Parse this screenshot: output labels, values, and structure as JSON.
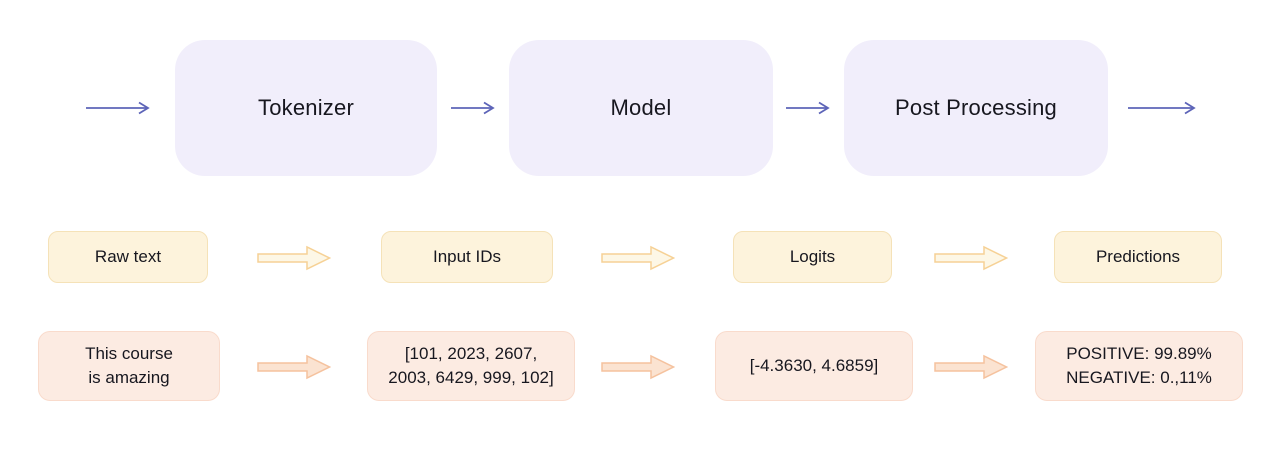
{
  "pipeline": {
    "boxes": [
      {
        "label": "Tokenizer"
      },
      {
        "label": "Model"
      },
      {
        "label": "Post Processing"
      }
    ]
  },
  "stages": {
    "boxes": [
      {
        "label": "Raw text"
      },
      {
        "label": "Input IDs"
      },
      {
        "label": "Logits"
      },
      {
        "label": "Predictions"
      }
    ]
  },
  "examples": {
    "boxes": [
      {
        "line1": "This course",
        "line2": "is amazing"
      },
      {
        "line1": "[101, 2023, 2607,",
        "line2": "2003, 6429, 999, 102]"
      },
      {
        "line1": "[-4.3630, 4.6859]"
      },
      {
        "line1": "POSITIVE: 99.89%",
        "line2": "NEGATIVE: 0.,11%"
      }
    ]
  },
  "colors": {
    "pipeline_box_bg": "#f1eefb",
    "flow_arrow": "#5d64b8",
    "stage_box_bg": "#fdf3dc",
    "stage_box_border": "#f5e2b8",
    "stage_arrow_fill": "#fdf7e6",
    "stage_arrow_stroke": "#f6d195",
    "example_box_bg": "#fcebe2",
    "example_box_border": "#f9dbcc",
    "example_arrow_fill": "#fbe3d1",
    "example_arrow_stroke": "#f5c29e",
    "text": "#17171f",
    "background": "#ffffff"
  }
}
